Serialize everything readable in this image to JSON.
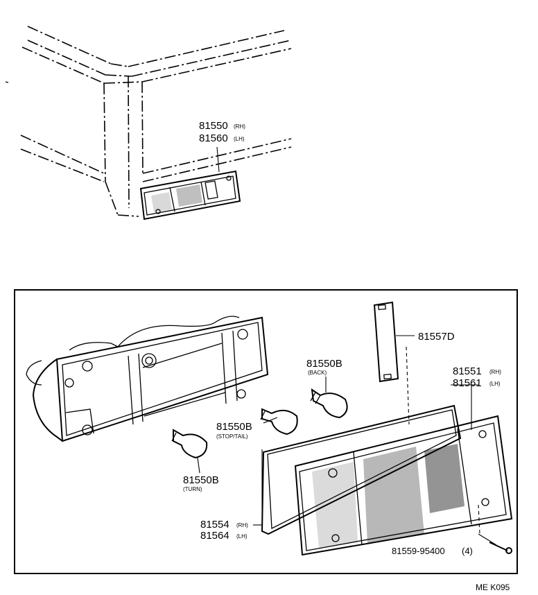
{
  "callouts": {
    "lamp_assy_rh": "81550",
    "lamp_assy_rh_side": "(RH)",
    "lamp_assy_lh": "81560",
    "lamp_assy_lh_side": "(LH)",
    "cover": "81557D",
    "bulb_back": "81550B",
    "bulb_back_note": "(BACK)",
    "bulb_stop": "81550B",
    "bulb_stop_note": "(STOP/TAIL)",
    "bulb_turn": "81550B",
    "bulb_turn_note": "(TURN)",
    "lens_rh": "81551",
    "lens_rh_side": "(RH)",
    "lens_lh": "81561",
    "lens_lh_side": "(LH)",
    "gasket_rh": "81554",
    "gasket_rh_side": "(RH)",
    "gasket_lh": "81564",
    "gasket_lh_side": "(LH)",
    "screw": "81559-95400",
    "screw_qty": "(4)"
  },
  "figure_code": "ME K095"
}
